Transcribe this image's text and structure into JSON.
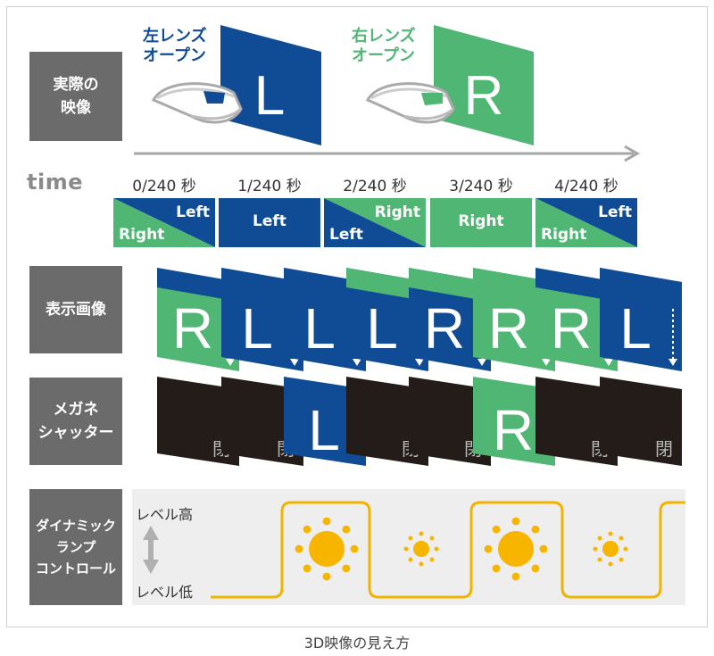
{
  "top": {
    "left_lens_label": "左レンズ\nオープン",
    "right_lens_label": "右レンズ\nオープン",
    "left_letter": "L",
    "right_letter": "R"
  },
  "rows": {
    "actual": "実際の\n映像",
    "display": "表示画像",
    "shutter": "メガネ\nシャッター",
    "lamp": "ダイナミック\nランプ\nコントロール"
  },
  "time_label": "time",
  "ticks": [
    "0/240 秒",
    "1/240 秒",
    "2/240 秒",
    "3/240 秒",
    "4/240 秒"
  ],
  "frames": [
    {
      "type": "split",
      "top_right": "Left",
      "bottom_left": "Right"
    },
    {
      "type": "solid",
      "color": "blue",
      "text": "Left"
    },
    {
      "type": "split-inv",
      "top_right": "Right",
      "bottom_left": "Left"
    },
    {
      "type": "solid",
      "color": "green",
      "text": "Right"
    },
    {
      "type": "split",
      "top_right": "Left",
      "bottom_left": "Right"
    }
  ],
  "display_letters": [
    "R",
    "L",
    "L",
    "L",
    "R",
    "R",
    "R",
    "L"
  ],
  "shutter_closed_text": "閉",
  "shutter_panels": [
    {
      "state": "closed"
    },
    {
      "state": "closed"
    },
    {
      "state": "open",
      "letter": "L"
    },
    {
      "state": "closed"
    },
    {
      "state": "closed"
    },
    {
      "state": "open",
      "letter": "R"
    },
    {
      "state": "closed"
    },
    {
      "state": "closed"
    }
  ],
  "lamp": {
    "level_high": "レベル高",
    "level_low": "レベル低"
  },
  "caption": "3D映像の見え方",
  "colors": {
    "blue": "#0f4c95",
    "green": "#4fb673",
    "gray_label": "#6b6b6b",
    "dark_panel": "#231c19",
    "sun": "#f7b500",
    "lamp_line": "#f0b400"
  }
}
